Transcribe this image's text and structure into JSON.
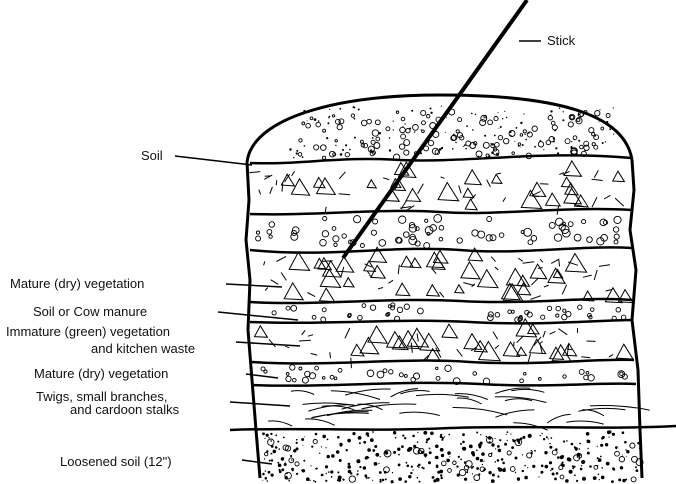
{
  "labels": {
    "stick": "Stick",
    "soil": "Soil",
    "mature_dry_upper": "Mature (dry) vegetation",
    "soil_or_cow_manure": "Soil or Cow manure",
    "immature_line1": "Immature (green) vegetation",
    "immature_line2": "and kitchen waste",
    "mature_dry_lower": "Mature (dry) vegetation",
    "twigs_line1": "Twigs, small branches,",
    "twigs_line2": "and cardoon stalks",
    "loosened_soil": "Loosened soil (12\")"
  },
  "colors": {
    "ink": "#000000",
    "background": "#ffffff"
  }
}
